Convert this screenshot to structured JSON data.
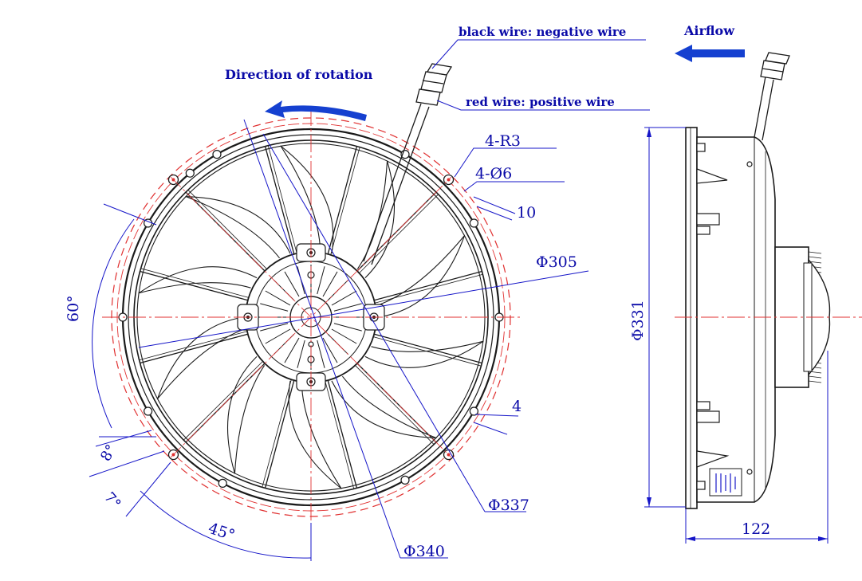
{
  "colors": {
    "ink": "#1a1a1a",
    "dimension_blue": "#1515c8",
    "label_blue": "#0a0aa8",
    "centerline_red": "#e03030",
    "arrow_blue": "#1540d0"
  },
  "labels": {
    "black_wire": "black wire: negative wire",
    "red_wire": "red wire: positive wire",
    "airflow": "Airflow",
    "rotation": "Direction of rotation",
    "radius": "4-R3",
    "holes": "4-Ø6",
    "rib_width": "10",
    "inner_diameter": "Φ305",
    "height": "Φ331",
    "angle_60": "60°",
    "angle_8": "8°",
    "angle_7": "7°",
    "angle_45": "45°",
    "rib_gap": "4",
    "ring_337": "Φ337",
    "ring_340": "Φ340",
    "depth": "122"
  },
  "icons": {
    "rotation_arrow": "curved-arrow-left-icon",
    "airflow_arrow": "arrow-left-icon"
  }
}
